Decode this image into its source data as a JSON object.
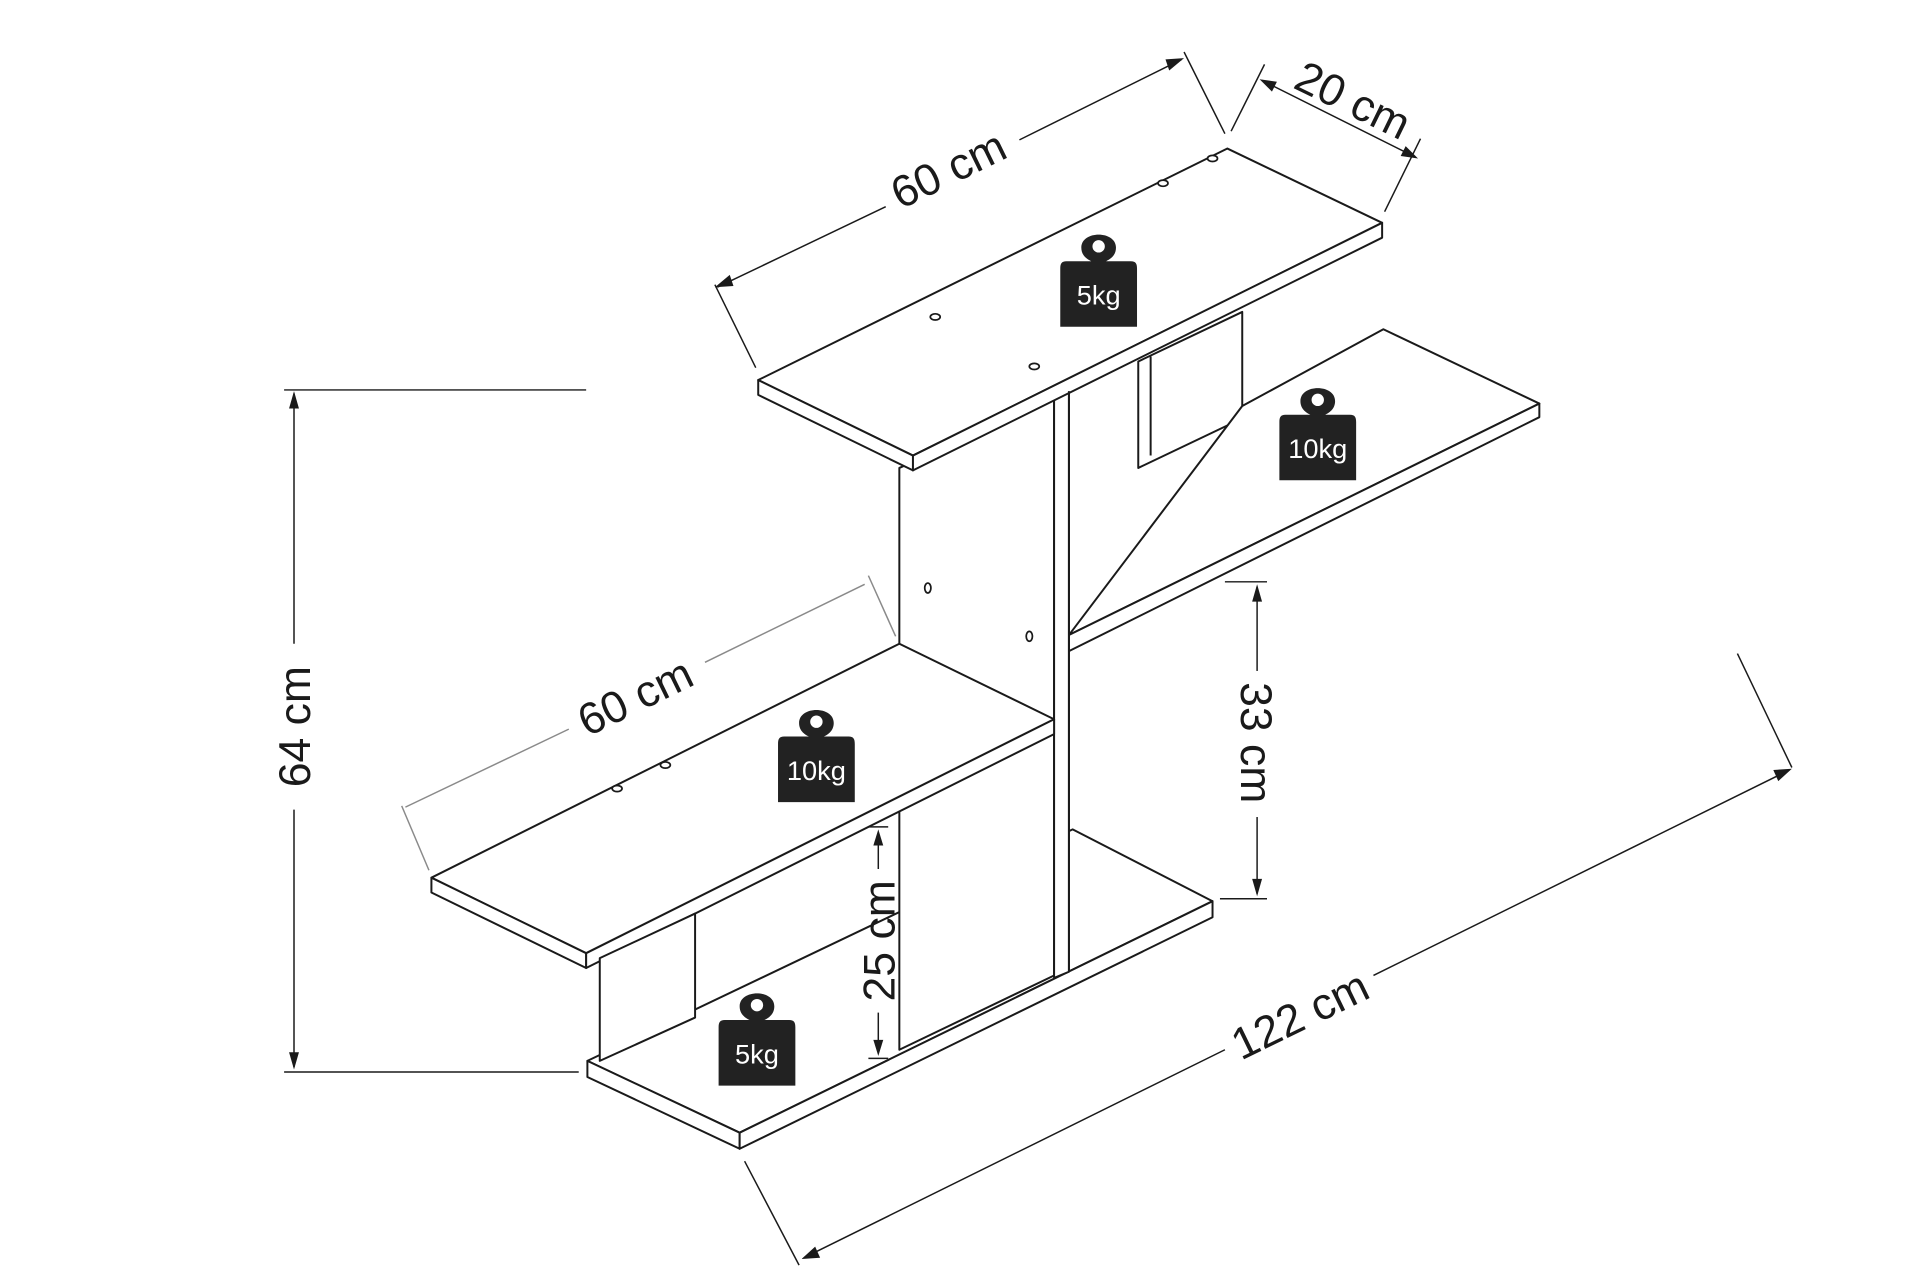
{
  "dimensions": {
    "top_width": "60 cm",
    "depth": "20 cm",
    "total_height": "64 cm",
    "middle_width": "60 cm",
    "shelf_gap_right": "33 cm",
    "shelf_gap_left": "25 cm",
    "total_width": "122 cm"
  },
  "weights": {
    "top_shelf": "5kg",
    "right_shelf": "10kg",
    "middle_shelf": "10kg",
    "bottom_shelf": "5kg"
  }
}
